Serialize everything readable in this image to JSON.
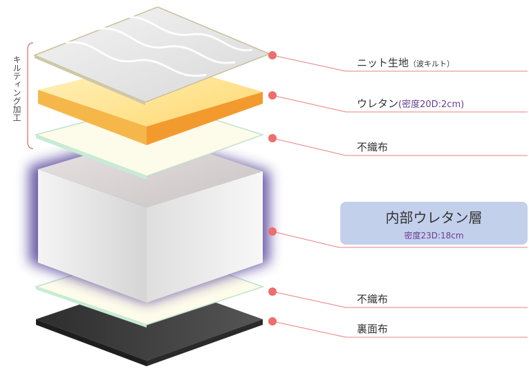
{
  "labels": {
    "knit": {
      "main": "ニット生地",
      "sub": "（波キルト）"
    },
    "urethane": {
      "main": "ウレタン",
      "detail": "(密度20D:2cm)"
    },
    "nonwoven_top": "不織布",
    "core": {
      "main": "内部ウレタン層",
      "detail": "密度23D:18cm"
    },
    "nonwoven_bottom": "不織布",
    "backing": "裏面布"
  },
  "bracket_label": "キルティング加工",
  "colors": {
    "leader": "#e88080",
    "dot": "#ee6d6d",
    "callout_bg": "#c3d0ec",
    "accent_text": "#6a3d8f",
    "urethane_top": "#ffe08a",
    "urethane_side": "#f7a23a",
    "core_glow": "#3d2a8c",
    "backing": "#3a3a3a"
  }
}
